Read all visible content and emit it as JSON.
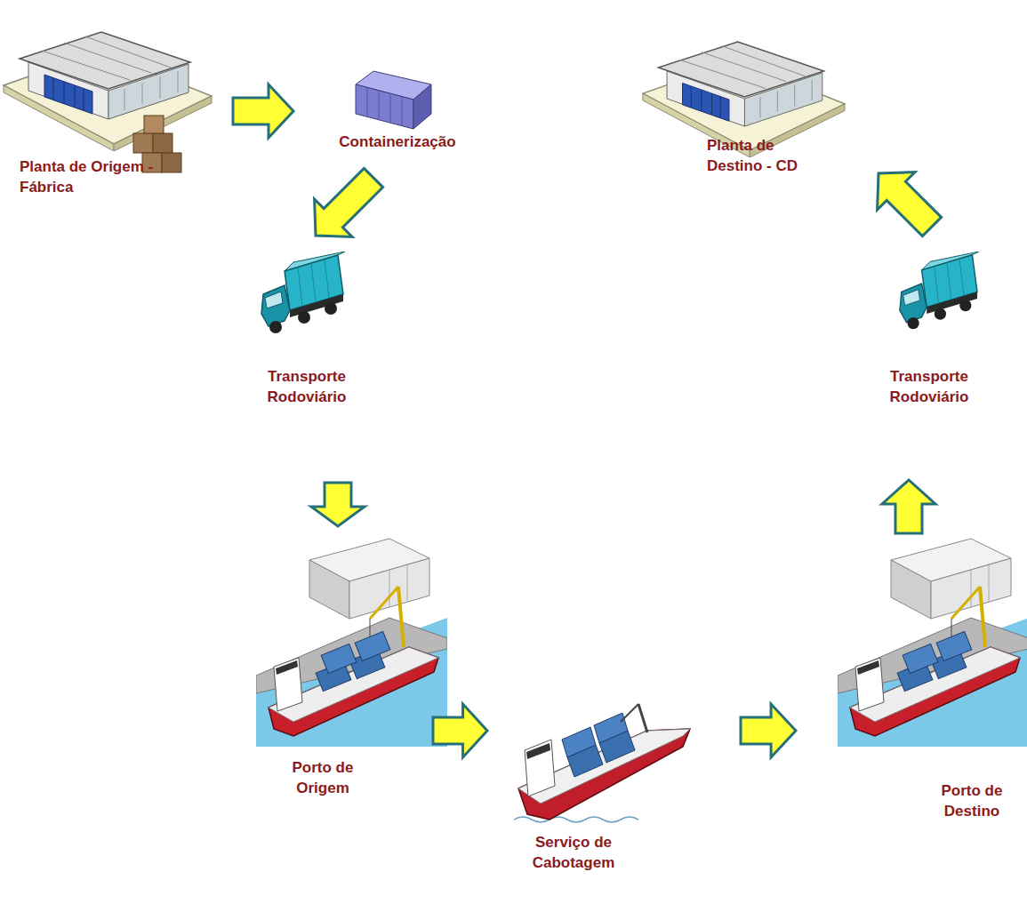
{
  "diagram": {
    "nodes": [
      {
        "text": [
          "Planta de Origem - Fábrica"
        ]
      },
      {
        "text": [
          "Containerização"
        ]
      },
      {
        "text": [
          "Transporte Rodoviário"
        ]
      },
      {
        "text": [
          "Porto de Origem"
        ]
      },
      {
        "text": [
          "Serviço de Cabotagem"
        ]
      },
      {
        "text": [
          "Porto de Destino"
        ]
      },
      {
        "text": [
          "Transporte Rodoviário"
        ]
      },
      {
        "text": [
          "Planta de Destino - CD"
        ]
      }
    ],
    "edges": [
      {
        "from": 0,
        "to": 1,
        "arrow": "to"
      },
      {
        "from": 1,
        "to": 2,
        "arrow": "to"
      },
      {
        "from": 2,
        "to": 3,
        "arrow": "to"
      },
      {
        "from": 3,
        "to": 4,
        "arrow": "to"
      },
      {
        "from": 4,
        "to": 5,
        "arrow": "to"
      },
      {
        "from": 5,
        "to": 6,
        "arrow": "to"
      },
      {
        "from": 6,
        "to": 7,
        "arrow": "to"
      }
    ]
  }
}
